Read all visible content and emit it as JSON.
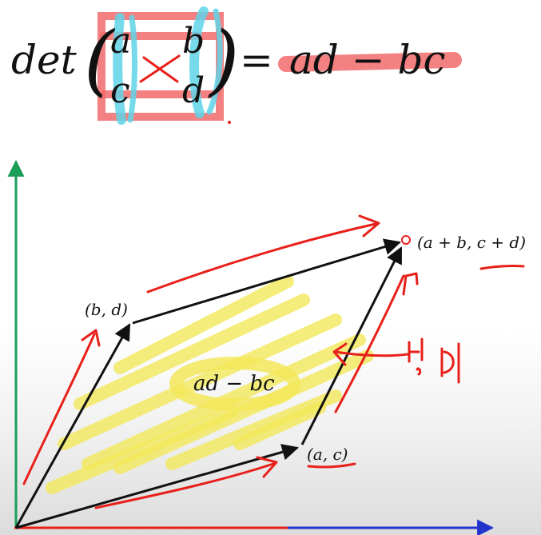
{
  "formula": {
    "det": "det",
    "a": "a",
    "b": "b",
    "c": "c",
    "d": "d",
    "equals": "=",
    "result": "ad − bc"
  },
  "points": {
    "bd": "(b, d)",
    "sum": "(a + b, c + d)",
    "ac": "(a, c)"
  },
  "area_label": "ad − bc",
  "colors": {
    "ink": "#111111",
    "y_axis": "#1a9e5a",
    "x_axis": "#2233cc",
    "red_annotation": "#e8201a",
    "red_highlight": "#f26b6b",
    "cyan_highlight": "#5fd3e8",
    "yellow_highlight": "#f3e85a"
  }
}
